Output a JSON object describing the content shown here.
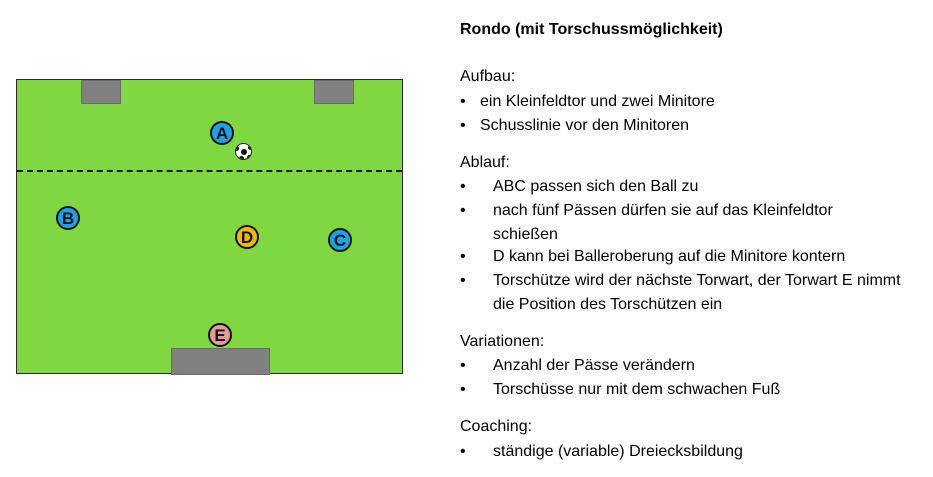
{
  "diagram": {
    "colors": {
      "pitch": "#7fd83f",
      "goal": "#808080",
      "team_blue": "#1aa3e8",
      "player_d": "#f5b800",
      "goalkeeper_e": "#e79a9a"
    },
    "players": {
      "a": "A",
      "b": "B",
      "c": "C",
      "d": "D",
      "e": "E"
    }
  },
  "panel": {
    "title": "Rondo (mit Torschussmöglichkeit)",
    "bullet": "•",
    "aufbau": {
      "heading": "Aufbau:",
      "items": [
        "ein Kleinfeldtor und zwei Minitore",
        "Schusslinie vor den Minitoren"
      ]
    },
    "ablauf": {
      "heading": "Ablauf:",
      "items": [
        "ABC passen sich den Ball zu",
        "nach fünf Pässen dürfen sie auf das Kleinfeldtor schießen",
        "D kann bei Balleroberung auf die Minitore kontern",
        "Torschütze wird der nächste Torwart, der Torwart E nimmt die Position des Torschützen ein"
      ]
    },
    "variationen": {
      "heading": "Variationen:",
      "items": [
        "Anzahl der Pässe verändern",
        "Torschüsse nur mit dem schwachen Fuß"
      ]
    },
    "coaching": {
      "heading": "Coaching:",
      "items": [
        "ständige (variable) Dreiecksbildung"
      ]
    }
  }
}
